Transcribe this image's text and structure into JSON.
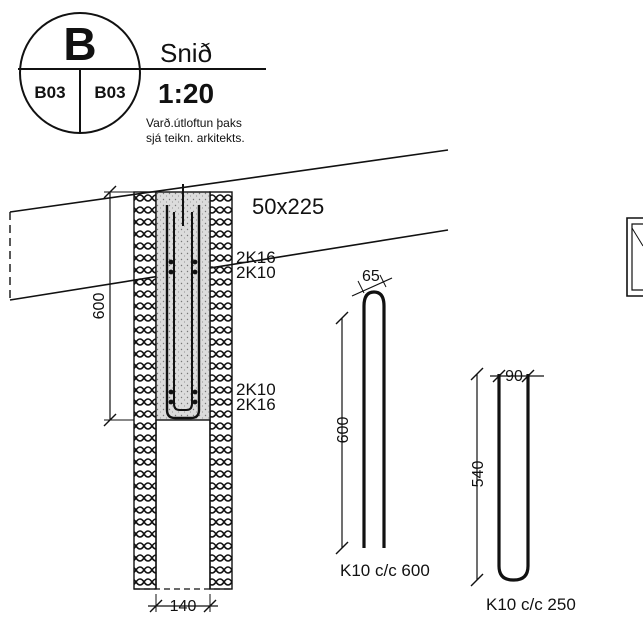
{
  "title_block": {
    "letter": "B",
    "sheet_left": "B03",
    "sheet_right": "B03",
    "title": "Snið",
    "scale": "1:20",
    "note_line1": "Varð.útloftun þaks",
    "note_line2": "sjá teikn. arkitekts."
  },
  "section": {
    "beam_label": "50x225",
    "rebar_top_1": "2K16",
    "rebar_top_2": "2K10",
    "rebar_bottom_1": "2K10",
    "rebar_bottom_2": "2K16",
    "height_dim": "600",
    "width_dim": "140"
  },
  "bar_u_narrow": {
    "width_dim": "65",
    "length_dim": "600",
    "label": "K10 c/c 600"
  },
  "bar_u_wide": {
    "width_dim": "90",
    "length_dim": "540",
    "label": "K10 c/c 250"
  },
  "colors": {
    "ink": "#111111",
    "concrete": "#d9d9d9",
    "paper": "#ffffff"
  }
}
